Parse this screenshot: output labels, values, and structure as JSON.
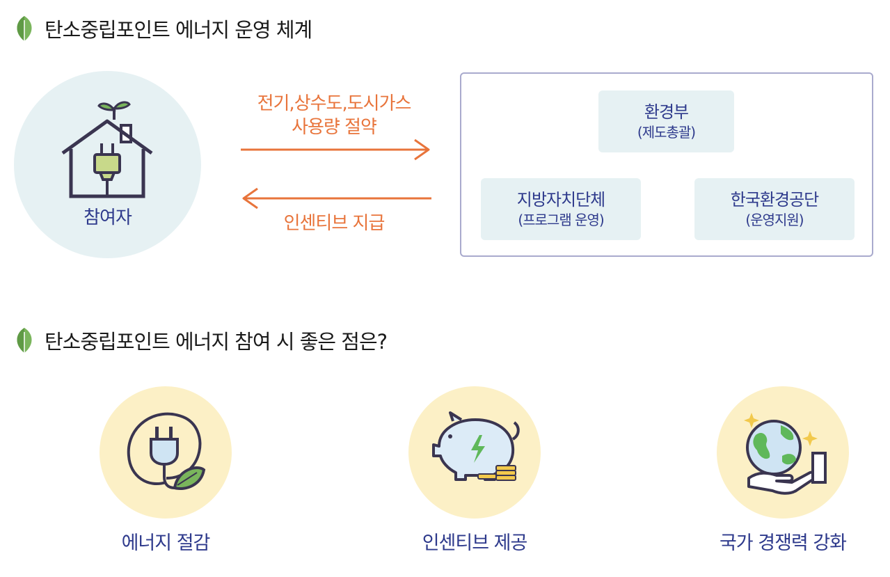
{
  "section1": {
    "title": "탄소중립포인트 에너지 운영 체계"
  },
  "participant": {
    "label": "참여자"
  },
  "flow": {
    "top_line1": "전기,상수도,도시가스",
    "top_line2": "사용량 절약",
    "bottom": "인센티브 지급"
  },
  "organizations": {
    "moe": {
      "name": "환경부",
      "role": "(제도총괄)"
    },
    "local": {
      "name": "지방자치단체",
      "role": "(프로그램 운영)"
    },
    "keco": {
      "name": "한국환경공단",
      "role": "(운영지원)"
    }
  },
  "section2": {
    "title": "탄소중립포인트 에너지 참여 시 좋은 점은?"
  },
  "benefits": [
    {
      "label": "에너지 절감",
      "icon": "plug-leaf-icon"
    },
    {
      "label": "인센티브 제공",
      "icon": "piggy-bank-icon"
    },
    {
      "label": "국가 경쟁력 강화",
      "icon": "globe-hand-icon"
    }
  ],
  "colors": {
    "accent_orange": "#e8743b",
    "navy_text": "#2e3a8c",
    "mint_bg": "#e6f1f3",
    "yellow_bg": "#fcf0c6",
    "leaf_green": "#7ab55c"
  }
}
